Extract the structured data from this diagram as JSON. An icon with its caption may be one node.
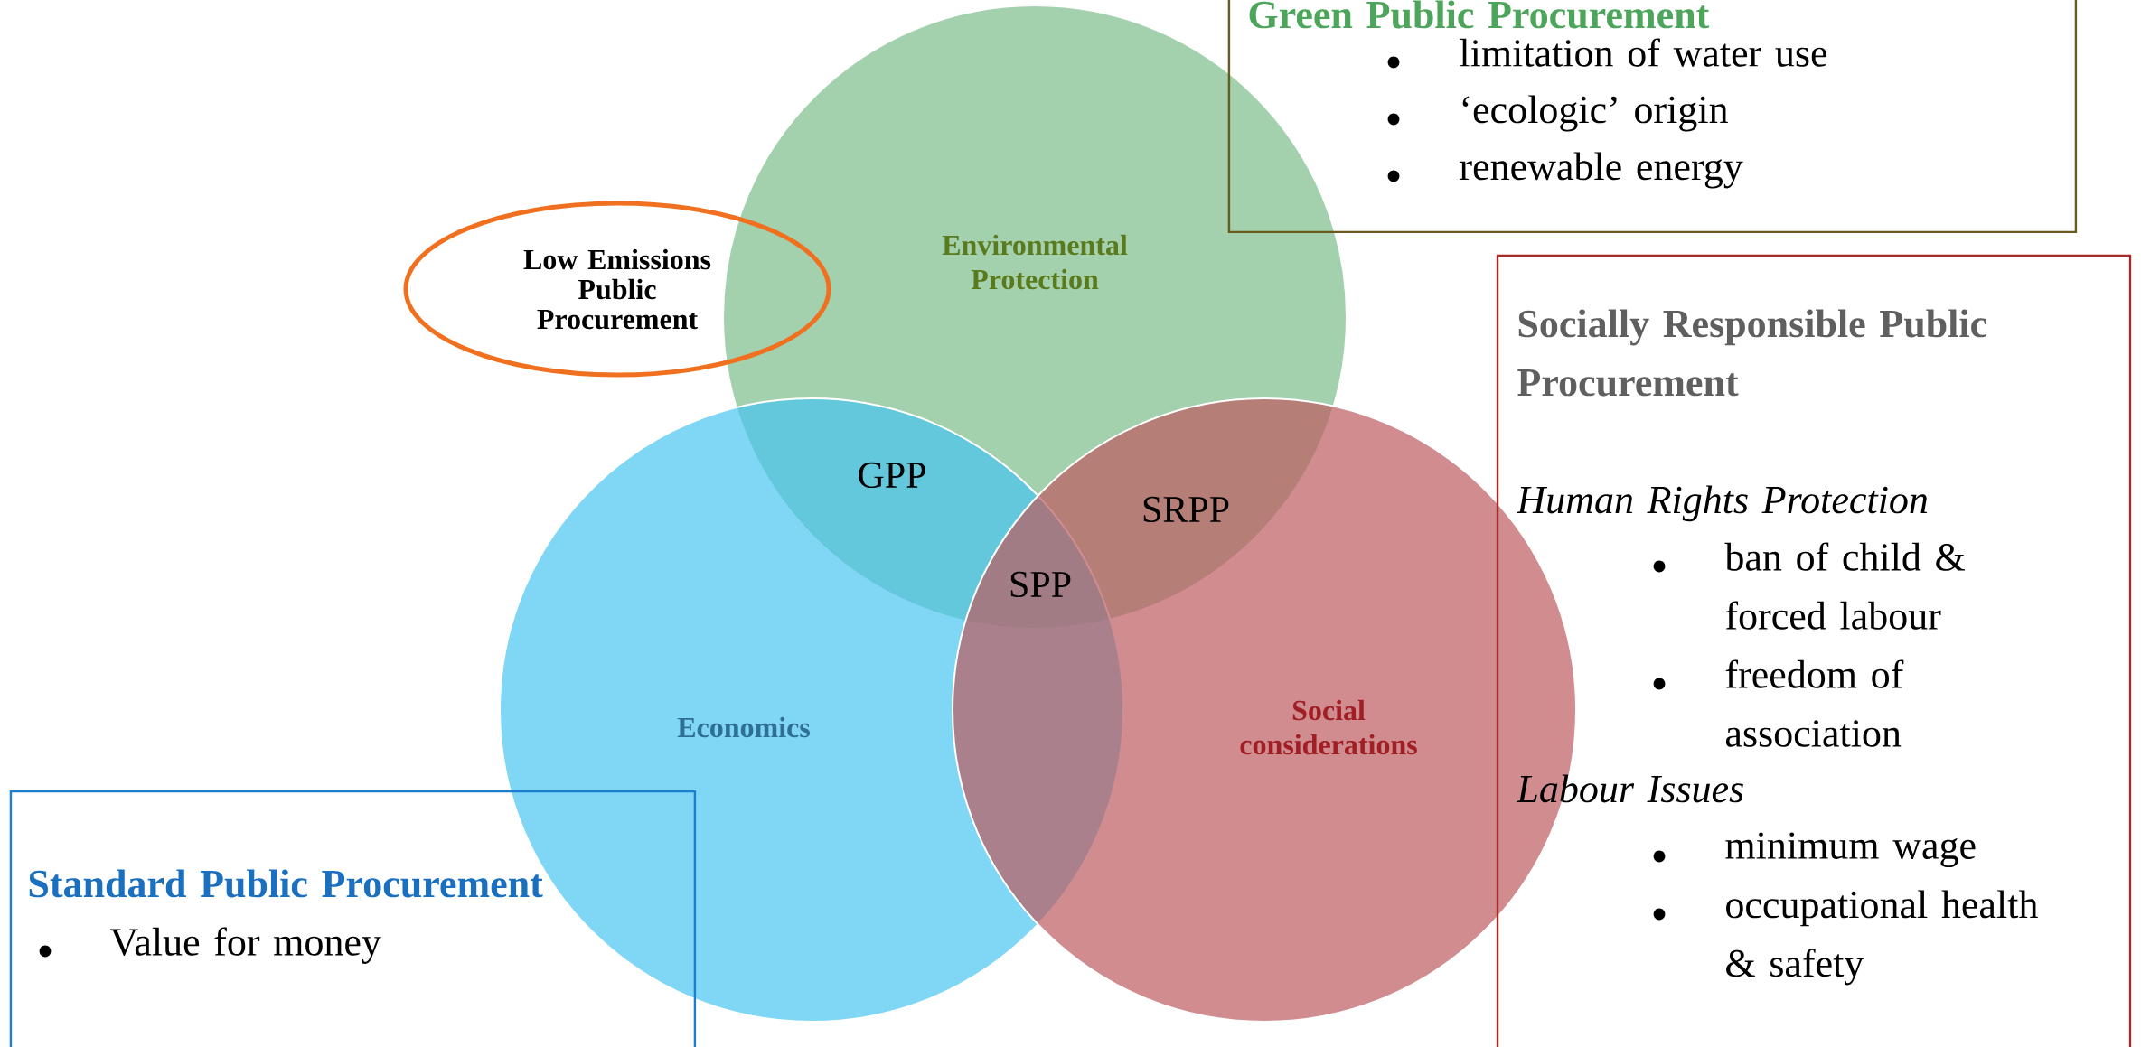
{
  "diagram": {
    "nodes": [
      {
        "text": [
          "Green Public Procurement",
          "limitation of water use",
          "‘ecologic’ origin",
          "renewable energy"
        ]
      },
      {
        "text": [
          "Low Emissions Public Procurement"
        ]
      },
      {
        "text": [
          "Environmental Protection"
        ]
      },
      {
        "text": [
          "Socially Responsible Public Procurement",
          "Human Rights Protection",
          "ban of child & forced labour",
          "freedom of association",
          "Labour Issues",
          "minimum wage",
          "occupational health & safety"
        ]
      },
      {
        "text": [
          "Economics"
        ]
      },
      {
        "text": [
          "Social considerations"
        ]
      },
      {
        "text": [
          "Standard Public Procurement",
          "Value for money"
        ]
      }
    ],
    "labels": [
      "GPP",
      "SRPP",
      "SPP"
    ]
  }
}
